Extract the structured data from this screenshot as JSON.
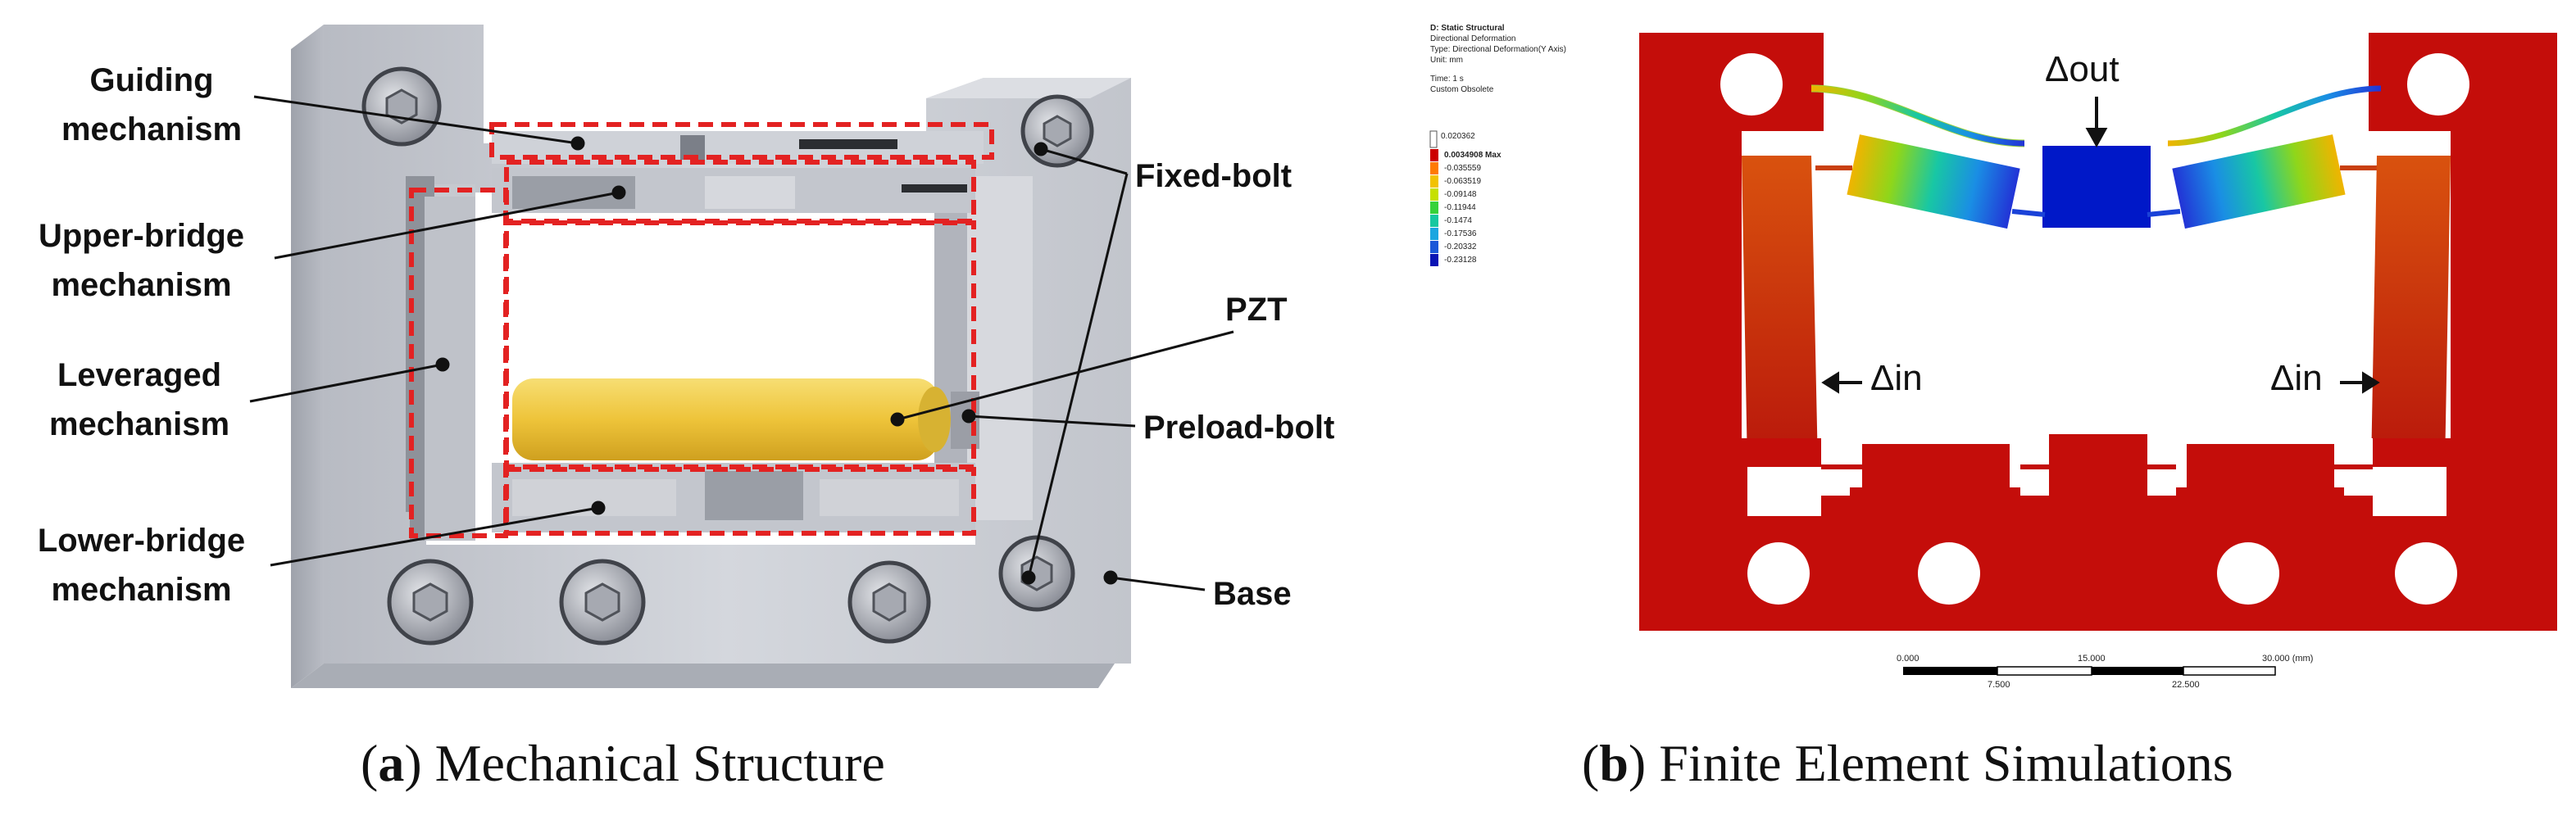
{
  "panel_a": {
    "labels": {
      "guiding": [
        "Guiding",
        "mechanism"
      ],
      "upper_bridge": [
        "Upper-bridge",
        "mechanism"
      ],
      "leveraged": [
        "Leveraged",
        "mechanism"
      ],
      "lower_bridge": [
        "Lower-bridge",
        "mechanism"
      ],
      "fixed_bolt": "Fixed-bolt",
      "pzt": "PZT",
      "preload_bolt": "Preload-bolt",
      "base": "Base"
    },
    "caption": {
      "letter": "a",
      "text": "Mechanical Structure"
    },
    "highlight_color": "#e32222",
    "pzt_color": "#f0c93a",
    "body_color": "#c9ccd3"
  },
  "panel_b": {
    "header": [
      "D: Static Structural",
      "Directional Deformation",
      "Type: Directional Deformation(Y Axis)",
      "Unit: mm",
      "Time: 1 s",
      "Custom Obsolete"
    ],
    "legend_top": "0.020362",
    "legend_values": [
      "0.0034908 Max",
      "-0.035559",
      "-0.063519",
      "-0.09148",
      "-0.11944",
      "-0.1474",
      "-0.17536",
      "-0.20332",
      "-0.23128"
    ],
    "legend_colors": [
      "#cc0000",
      "#ff7a00",
      "#f2c200",
      "#c6e000",
      "#37d23a",
      "#16c8a0",
      "#1aa6e0",
      "#1b58d8",
      "#0a14b4"
    ],
    "labels": {
      "delta_out": "Δout",
      "delta_in_left": "Δin",
      "delta_in_right": "Δin"
    },
    "scale": {
      "top": [
        "0.000",
        "15.000",
        "30.000 (mm)"
      ],
      "bottom": [
        "7.500",
        "22.500"
      ]
    },
    "caption": {
      "letter": "b",
      "text": "Finite Element Simulations"
    },
    "fe_color": "#c40d0a",
    "out_color": "#0018c8"
  }
}
